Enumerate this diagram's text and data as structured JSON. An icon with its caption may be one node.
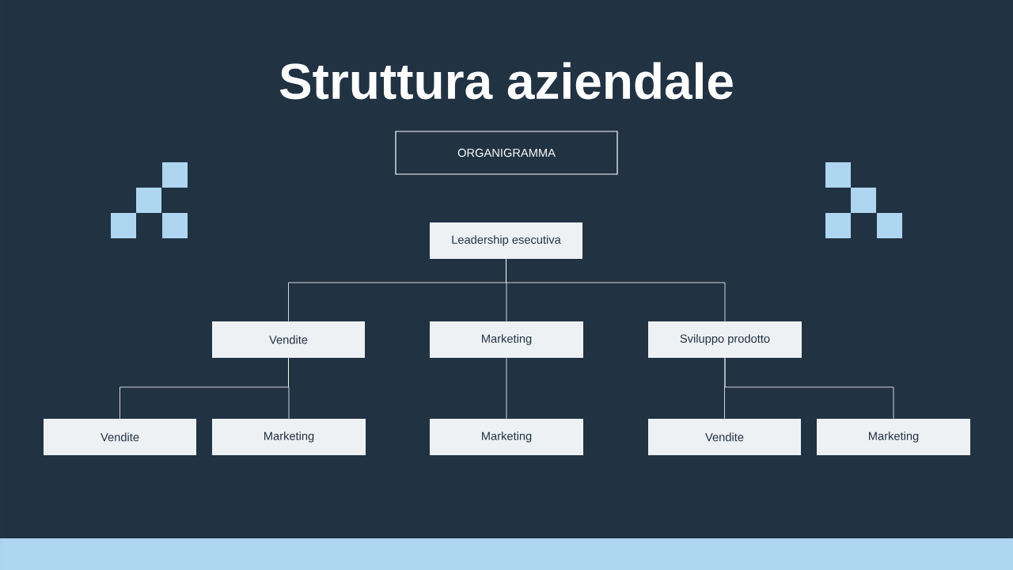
{
  "diagram": {
    "title": "Struttura aziendale",
    "nodes": [
      {
        "text": [
          "ORGANIGRAMMA"
        ]
      },
      {
        "text": [
          "Leadership esecutiva"
        ]
      },
      {
        "text": [
          "Vendite"
        ]
      },
      {
        "text": [
          "Marketing"
        ]
      },
      {
        "text": [
          "Sviluppo prodotto"
        ]
      },
      {
        "text": [
          "Vendite"
        ]
      },
      {
        "text": [
          "Marketing"
        ]
      },
      {
        "text": [
          "Marketing"
        ]
      },
      {
        "text": [
          "Vendite"
        ]
      },
      {
        "text": [
          "Marketing"
        ]
      }
    ],
    "edges": [
      {
        "from": 1,
        "to": 2,
        "arrow": "none"
      },
      {
        "from": 1,
        "to": 3,
        "arrow": "none"
      },
      {
        "from": 1,
        "to": 4,
        "arrow": "none"
      },
      {
        "from": 2,
        "to": 5,
        "arrow": "none"
      },
      {
        "from": 2,
        "to": 6,
        "arrow": "none"
      },
      {
        "from": 3,
        "to": 7,
        "arrow": "none"
      },
      {
        "from": 4,
        "to": 8,
        "arrow": "none"
      },
      {
        "from": 4,
        "to": 9,
        "arrow": "none"
      }
    ]
  }
}
